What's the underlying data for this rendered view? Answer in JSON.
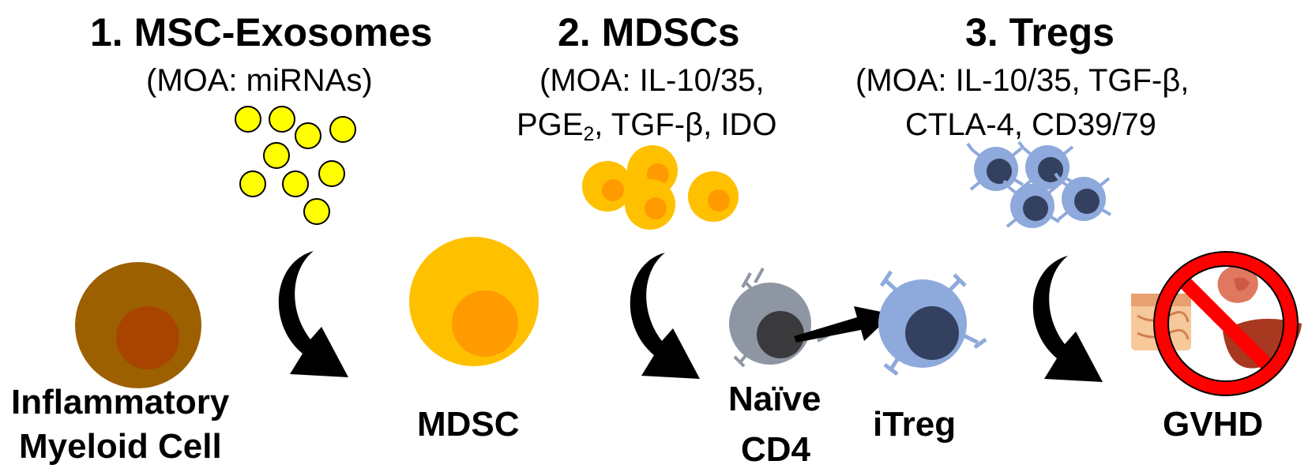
{
  "steps": [
    {
      "title": "1. MSC-Exosomes",
      "moa": [
        "(MOA: miRNAs)"
      ]
    },
    {
      "title": "2. MDSCs",
      "moa": [
        "(MOA: IL-10/35,",
        "PGE",
        "2",
        ", TGF-β, IDO"
      ]
    },
    {
      "title": "3. Tregs",
      "moa": [
        "(MOA: IL-10/35, TGF-β,",
        "CTLA-4, CD39/79"
      ]
    }
  ],
  "cells": {
    "inflammatory": [
      "Inflammatory",
      "Myeloid Cell"
    ],
    "mdsc": "MDSC",
    "naive": [
      "Naïve",
      "CD4"
    ],
    "itreg": "iTreg",
    "gvhd": "GVHD"
  },
  "colors": {
    "exosome": "#ffff00",
    "myeloid_outer": "#9c6000",
    "myeloid_inner": "#a84400",
    "mdsc_outer": "#ffc000",
    "mdsc_inner": "#ff9a00",
    "naive_outer": "#8f96a3",
    "naive_inner": "#3a3a3c",
    "treg_outer": "#8ea9db",
    "treg_inner": "#344060",
    "prohibit": "#ff0000"
  }
}
